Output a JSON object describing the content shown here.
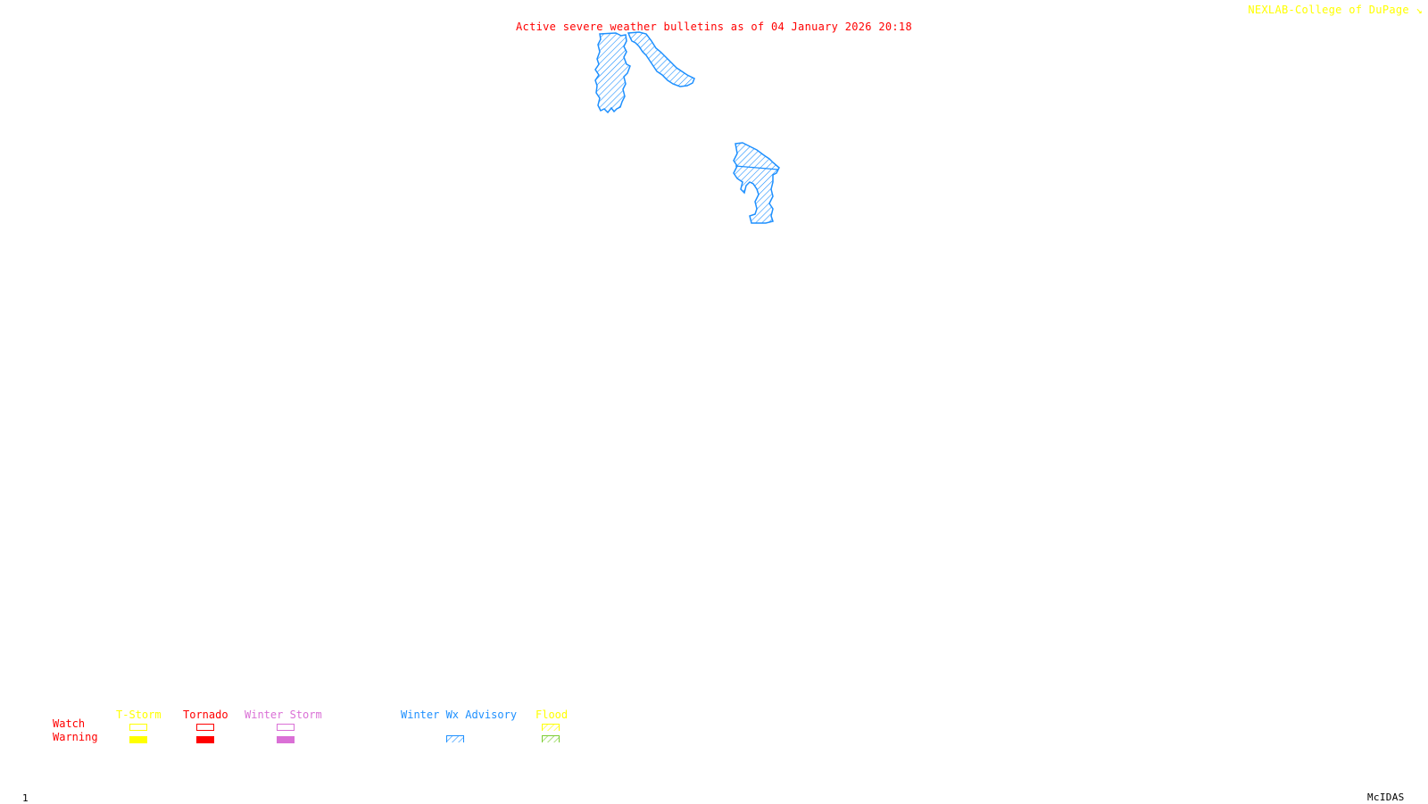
{
  "title": "Active severe weather bulletins as of 04 January 2026 20:18",
  "credit": "NEXLAB-College of DuPage",
  "credit_icon": "nexlab-logo-icon",
  "frame_number": "1",
  "software": "McIDAS",
  "colors": {
    "title": "#ff0000",
    "credit": "#ffff00",
    "tstorm": "#ffff00",
    "tornado": "#ff0000",
    "winter_storm": "#da70d6",
    "winter_wx_advisory": "#1e90ff",
    "flood_watch": "#ffff00",
    "flood_warning": "#7ccd32"
  },
  "legend": {
    "row_labels": {
      "watch": "Watch",
      "warning": "Warning"
    },
    "categories": [
      {
        "name": "T-Storm",
        "watch": "outline",
        "warning": "solid"
      },
      {
        "name": "Tornado",
        "watch": "outline",
        "warning": "solid"
      },
      {
        "name": "Winter Storm",
        "watch": "outline",
        "warning": "solid"
      },
      {
        "name": "Winter Wx Advisory",
        "watch": "none",
        "warning": "hatched"
      },
      {
        "name": "Flood",
        "watch": "hatched",
        "warning": "hatched"
      }
    ]
  },
  "active_areas": [
    {
      "type": "Winter Wx Advisory",
      "region": "north-central strip (west)"
    },
    {
      "type": "Winter Wx Advisory",
      "region": "north-central curved strip (east)"
    },
    {
      "type": "Winter Wx Advisory",
      "region": "central"
    }
  ]
}
